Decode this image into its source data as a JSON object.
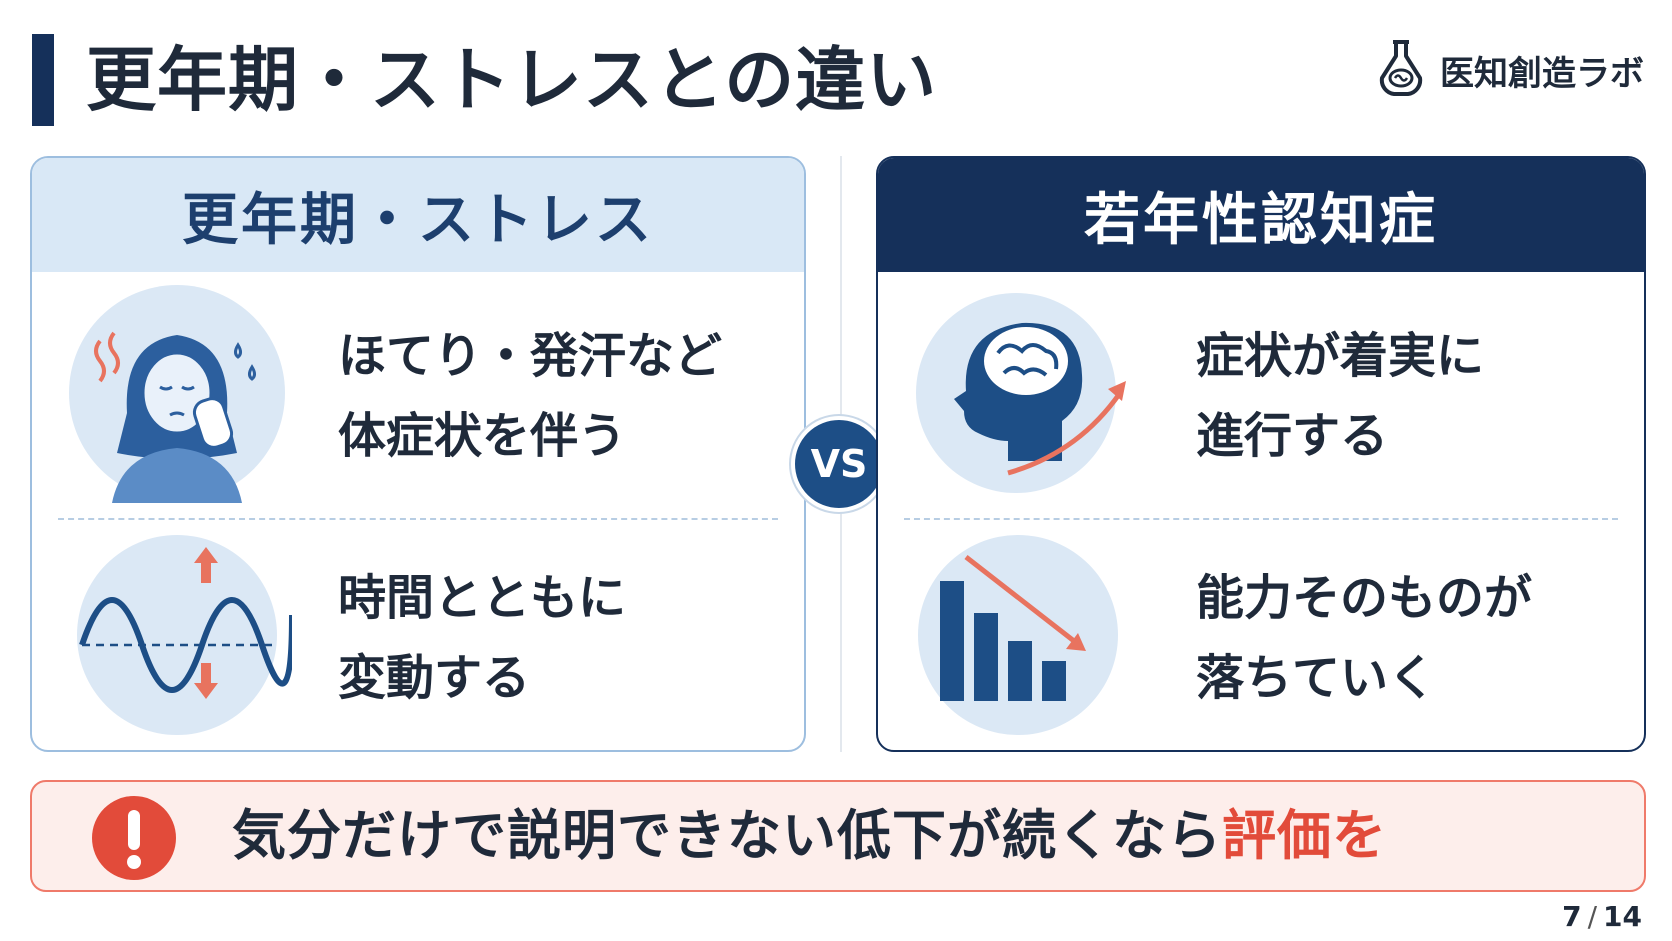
{
  "header": {
    "title": "更年期・ストレスとの違い",
    "brand": "医知創造ラボ",
    "brand_icon": "flask-brain-icon"
  },
  "left_panel": {
    "heading": "更年期・ストレス",
    "items": [
      {
        "icon": "woman-hot-flash-icon",
        "line1": "ほてり・発汗など",
        "line2": "体症状を伴う"
      },
      {
        "icon": "wave-fluctuation-icon",
        "line1": "時間とともに",
        "line2": "変動する"
      }
    ]
  },
  "vs_label": "VS",
  "right_panel": {
    "heading": "若年性認知症",
    "items": [
      {
        "icon": "head-brain-arrow-up-icon",
        "line1": "症状が着実に",
        "line2": "進行する"
      },
      {
        "icon": "declining-bar-chart-icon",
        "line1": "能力そのものが",
        "line2": "落ちていく"
      }
    ]
  },
  "alert": {
    "icon": "exclamation-icon",
    "text": "気分だけで説明できない低下が続くなら",
    "emphasis": "評価を"
  },
  "pager": {
    "current": "7",
    "separator": "/",
    "total": "14"
  },
  "colors": {
    "navy": "#15305a",
    "light_blue": "#d9e8f6",
    "accent_red": "#e24b3a",
    "icon_blue": "#2c5f9e"
  }
}
